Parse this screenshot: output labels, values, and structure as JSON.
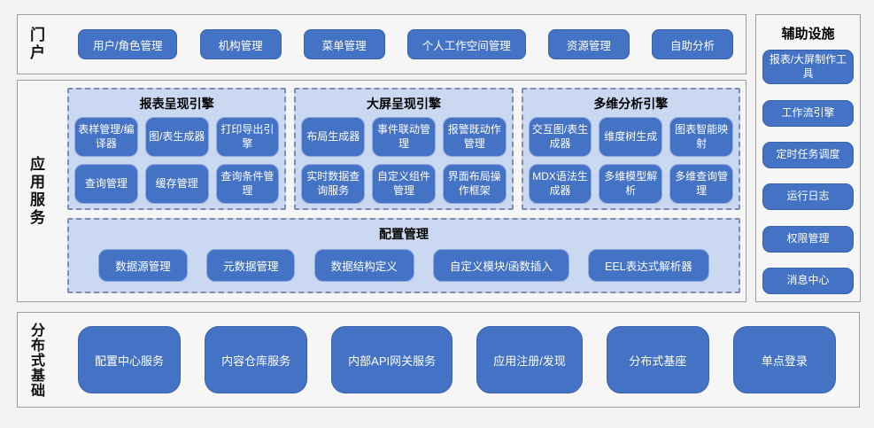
{
  "colors": {
    "page_bg": "#f3f3f3",
    "panel_bg": "#f6f6f6",
    "panel_border": "#9d9d9d",
    "button_blue": "#4472c4",
    "button_light_border": "#8ea9dd",
    "button_text": "#ffffff",
    "group_fill": "#cad8f1",
    "group_dashed_border": "#7d8dab"
  },
  "portal": {
    "label": "门户",
    "items": [
      "用户/角色管理",
      "机构管理",
      "菜单管理",
      "个人工作空间管理",
      "资源管理",
      "自助分析"
    ]
  },
  "app_services": {
    "label": "应用服务",
    "engines": [
      {
        "title": "报表呈现引擎",
        "items": [
          "表样管理/编译器",
          "图/表生成器",
          "打印导出引擎",
          "查询管理",
          "缓存管理",
          "查询条件管理"
        ]
      },
      {
        "title": "大屏呈现引擎",
        "items": [
          "布局生成器",
          "事件联动管理",
          "报警既动作管理",
          "实时数据查询服务",
          "自定义组件管理",
          "界面布局操作框架"
        ]
      },
      {
        "title": "多维分析引擎",
        "items": [
          "交互图/表生成器",
          "维度树生成",
          "图表智能映射",
          "MDX语法生成器",
          "多维模型解析",
          "多维查询管理"
        ]
      }
    ],
    "config": {
      "title": "配置管理",
      "items": [
        "数据源管理",
        "元数据管理",
        "数据结构定义",
        "自定义模块/函数插入",
        "EEL表达式解析器"
      ]
    }
  },
  "auxiliary": {
    "title": "辅助设施",
    "items": [
      "报表/大屏制作工具",
      "工作流引擎",
      "定时任务调度",
      "运行日志",
      "权限管理",
      "消息中心"
    ]
  },
  "foundation": {
    "label": "分布式基础",
    "items": [
      "配置中心服务",
      "内容仓库服务",
      "内部API网关服务",
      "应用注册/发现",
      "分布式基座",
      "单点登录"
    ]
  }
}
